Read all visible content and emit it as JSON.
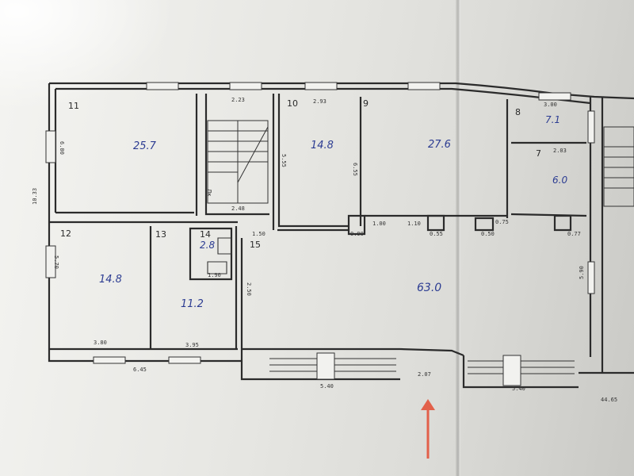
{
  "rooms": [
    {
      "id": "r11",
      "num": "11",
      "area": "25.7"
    },
    {
      "id": "r10",
      "num": "10",
      "area": "14.8"
    },
    {
      "id": "r9",
      "num": "9",
      "area": "27.6"
    },
    {
      "id": "r8",
      "num": "8",
      "area": "7.1"
    },
    {
      "id": "r7",
      "num": "7",
      "area": "6.0"
    },
    {
      "id": "r12",
      "num": "12",
      "area": "14.8"
    },
    {
      "id": "r13",
      "num": "13",
      "area": "11.2"
    },
    {
      "id": "r14",
      "num": "14",
      "area": "2.8"
    },
    {
      "id": "r15",
      "num": "15",
      "area": "63.0"
    }
  ],
  "dimensions": {
    "d_2_23": "2.23",
    "d_2_93": "2.93",
    "d_3_00": "3.00",
    "d_2_03": "2.03",
    "d_6_00": "6.00",
    "d_5_55": "5.55",
    "d_6_55": "6.55",
    "d_10_33": "10.33",
    "d_5_70": "5.70",
    "d_5_90": "5.90",
    "d_3_80": "3.80",
    "d_3_95": "3.95",
    "d_6_45": "6.45",
    "d_5_40a": "5.40",
    "d_5_40b": "5.40",
    "d_2_48": "2.48",
    "d_1_90": "1.90",
    "d_1_00": "1.00",
    "d_1_10": "1.10",
    "d_0_90": "0.90",
    "d_0_55": "0.55",
    "d_0_50": "0.50",
    "d_0_75": "0.75",
    "d_0_77": "0.77",
    "d_2_07": "2.07",
    "d_1_50": "1.50",
    "d_44_65": "44.65",
    "d_2_50": "2.50"
  },
  "annotations": {
    "stair_mark": "Лк"
  },
  "colors": {
    "wall": "#2b2b2b",
    "area_text": "#2c3c92",
    "arrow": "#e2604a",
    "paper": "#e8e8e4"
  }
}
